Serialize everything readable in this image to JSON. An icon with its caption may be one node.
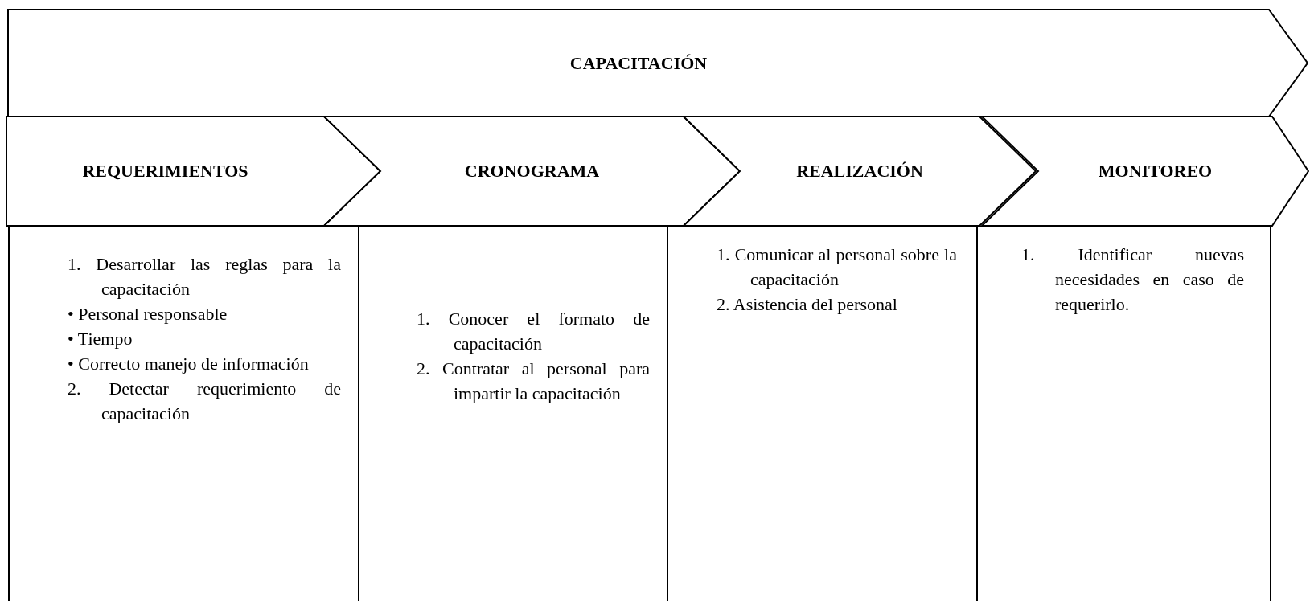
{
  "diagram": {
    "nodes": [
      {
        "text": [
          "CAPACITACIÓN"
        ]
      },
      {
        "text": [
          "REQUERIMIENTOS"
        ]
      },
      {
        "text": [
          "CRONOGRAMA"
        ]
      },
      {
        "text": [
          "REALIZACIÓN"
        ]
      },
      {
        "text": [
          "MONITOREO"
        ]
      },
      {
        "text": [
          "1. Desarrollar las reglas para la capacitación",
          "• Personal responsable",
          "• Tiempo",
          "• Correcto manejo de información",
          "2. Detectar requerimiento de capacitación"
        ]
      },
      {
        "text": [
          "1. Conocer el formato de capacitación",
          "2. Contratar al personal para impartir la capacitación"
        ]
      },
      {
        "text": [
          "1. Comunicar al personal sobre la capacitación",
          "2. Asistencia del personal"
        ]
      },
      {
        "text": [
          "1. Identificar nuevas necesidades en caso de requerirlo."
        ]
      }
    ]
  }
}
